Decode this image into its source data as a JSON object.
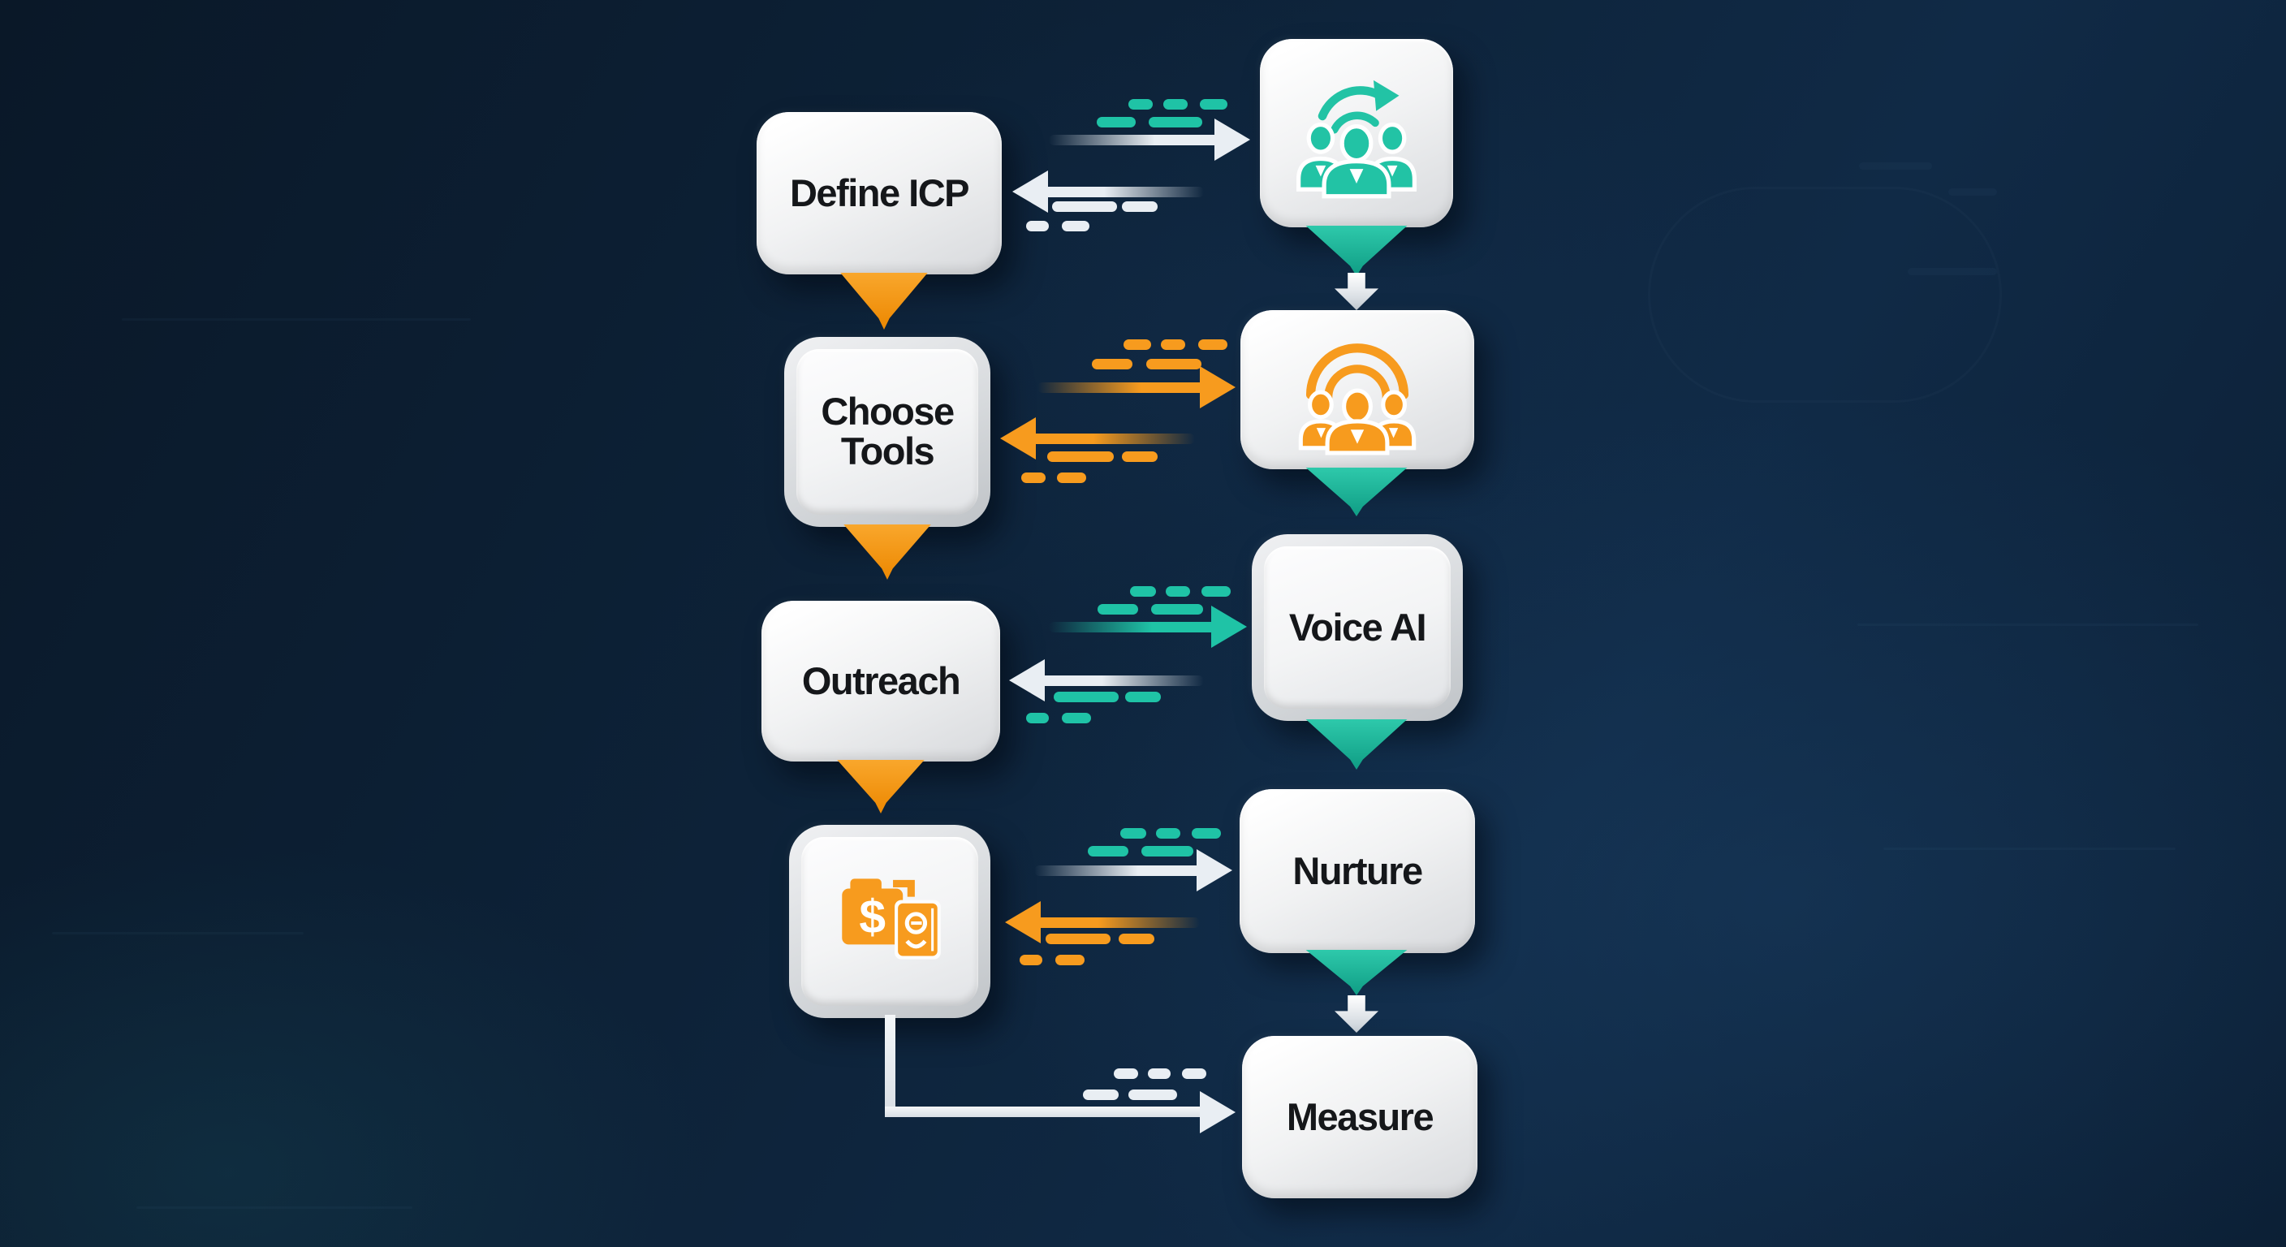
{
  "diagram": {
    "nodes": {
      "define_icp": {
        "label": "Define ICP"
      },
      "choose_tools": {
        "label": "Choose Tools"
      },
      "outreach": {
        "label": "Outreach"
      },
      "sales_assets": {
        "icon": "sales-folder-dollar-icon",
        "currency_symbol": "$"
      },
      "team_sync": {
        "icon": "team-sync-icon"
      },
      "support_team": {
        "icon": "support-team-icon"
      },
      "voice_ai": {
        "label": "Voice AI"
      },
      "nurture": {
        "label": "Nurture"
      },
      "measure": {
        "label": "Measure"
      }
    },
    "colors": {
      "background_navy": "#0d2238",
      "accent_teal": "#1fc3a6",
      "accent_orange": "#f79b1e",
      "arrow_white": "#e9eef3",
      "box_face": "#f1f2f3",
      "label_text": "#15171a"
    }
  }
}
